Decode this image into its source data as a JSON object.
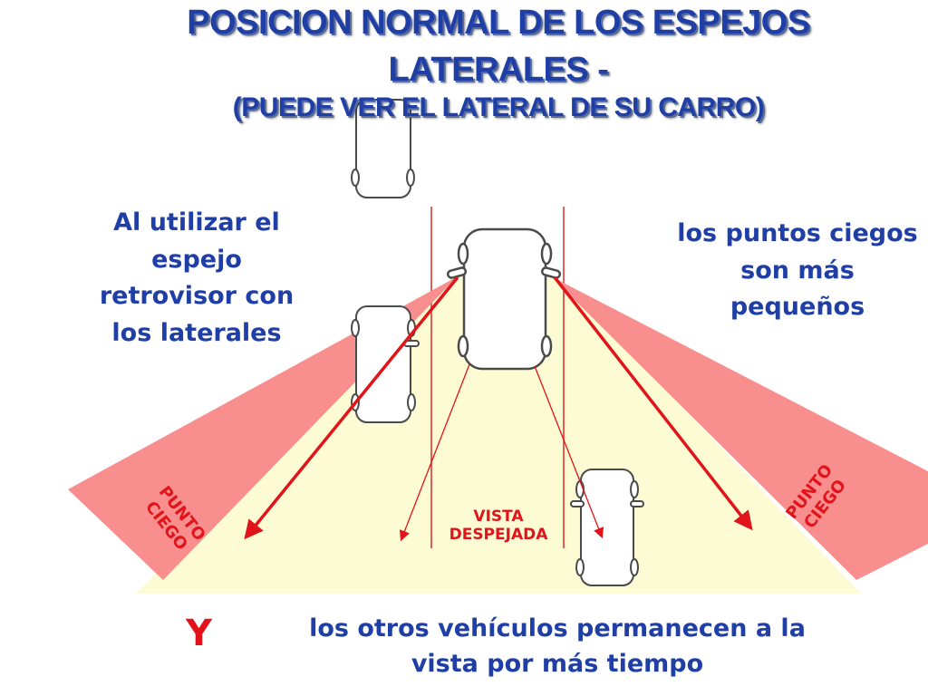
{
  "title": {
    "line1": "POSICION NORMAL DE LOS ESPEJOS",
    "line2": "LATERALES -",
    "line3": "(PUEDE VER EL LATERAL DE SU CARRO)"
  },
  "notes": {
    "left": "Al utilizar el espejo retrovisor con los laterales",
    "right": "los puntos ciegos son más pequeños",
    "bottom": "los otros vehículos permanecen a la vista por más tiempo",
    "conjunction": "Y"
  },
  "labels": {
    "blind_spot_left": "PUNTO CIEGO",
    "blind_spot_right": "PUNTO CIEGO",
    "clear_view": "VISTA DESPEJADA"
  },
  "colors": {
    "title": "#1f3fa6",
    "text": "#1f3fa6",
    "accent_red": "#e0141a",
    "road": "#fdfbd3",
    "blind_zone": "#f88e8e",
    "car_outline": "#4a4a4a"
  }
}
